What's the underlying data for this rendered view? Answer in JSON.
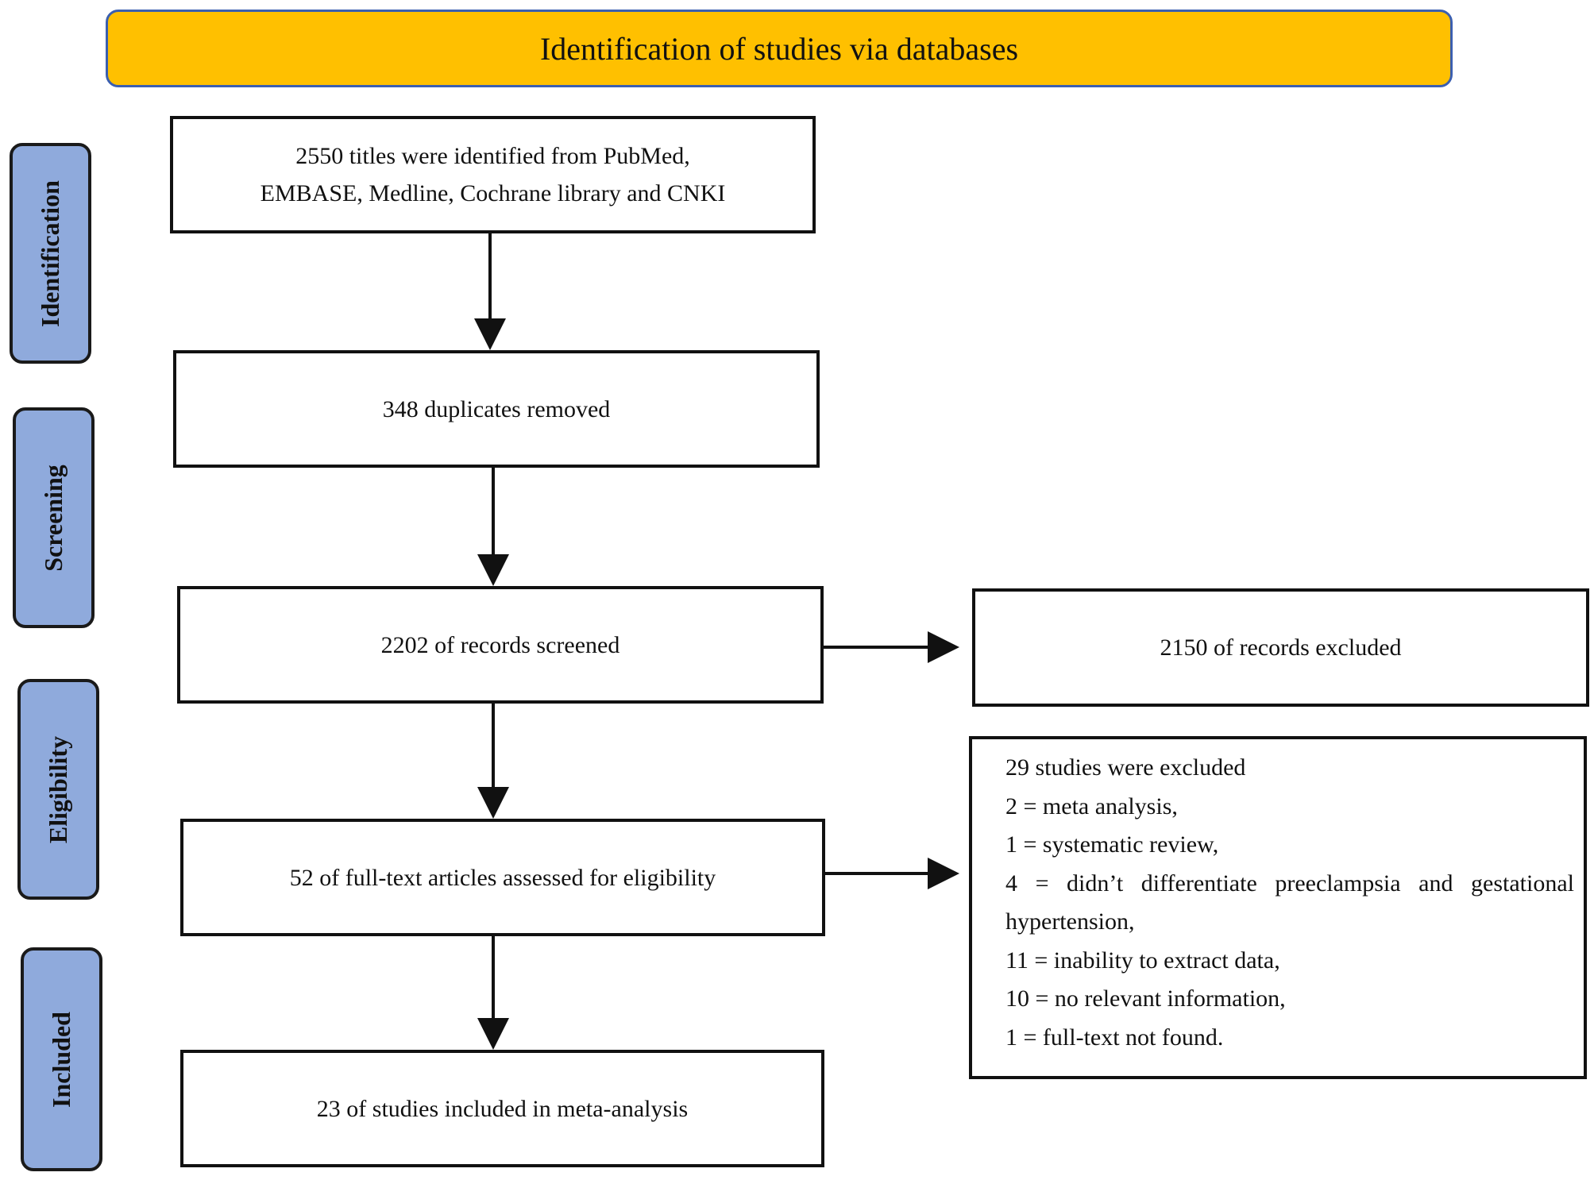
{
  "colors": {
    "banner_fill": "#ffc000",
    "banner_border": "#3b5fb0",
    "stage_fill": "#8faadc",
    "box_border": "#111111"
  },
  "banner": {
    "title": "Identification of studies via databases"
  },
  "stages": [
    {
      "label": "Identification"
    },
    {
      "label": "Screening"
    },
    {
      "label": "Eligibility"
    },
    {
      "label": "Included"
    }
  ],
  "boxes": {
    "identified": {
      "lines": [
        "2550 titles were identified from PubMed,",
        "EMBASE, Medline, Cochrane library and CNKI"
      ]
    },
    "duplicates": {
      "text": "348 duplicates removed"
    },
    "screened": {
      "text": "2202 of records screened"
    },
    "records_excluded": {
      "text": "2150 of records excluded"
    },
    "assessed": {
      "text": "52 of full-text articles assessed for eligibility"
    },
    "included": {
      "text": "23 of studies included in meta-analysis"
    }
  },
  "exclusions": {
    "heading": "29 studies were excluded",
    "reasons": [
      "2 = meta analysis,",
      "1 = systematic review,",
      "4 = didn’t differentiate preeclampsia and gestational hypertension,",
      "11 = inability to extract data,",
      "10 = no relevant information,",
      "1 = full-text not found."
    ]
  }
}
